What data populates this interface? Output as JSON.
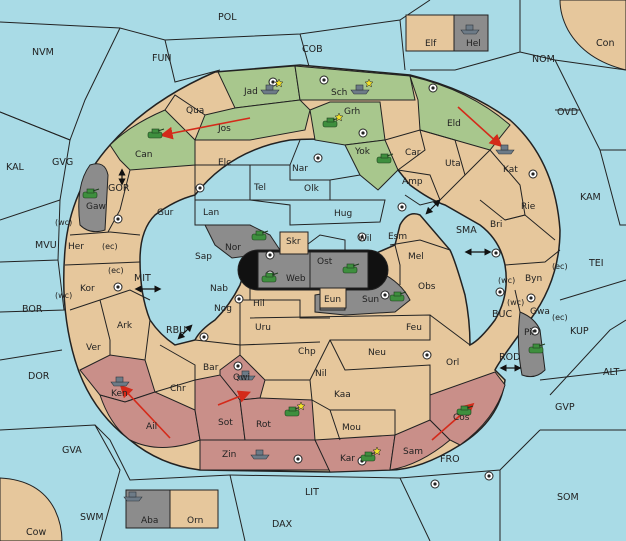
{
  "palette": {
    "sea": "#a9dbe6",
    "land": "#e6c79c",
    "green_land": "#a8c78d",
    "red_land": "#c98f89",
    "gray_land": "#8c8c8c",
    "border": "#222222",
    "arrow": "#d42a1a",
    "star": "#f0e02a",
    "unit": "#3e8f3e",
    "unit_gray": "#6d7b87"
  },
  "sea_labels": {
    "pol": "POL",
    "cob": "COB",
    "fun": "FUN",
    "nvm": "NVM",
    "nom": "NOM",
    "con": "Con",
    "ovd": "OVD",
    "kal": "KAL",
    "gvg": "GVG",
    "kam": "KAM",
    "gor": "GOR",
    "sma": "SMA",
    "tei": "TEI",
    "mvu": "MVU",
    "mit": "MIT",
    "kup": "KUP",
    "bor": "BOR",
    "rbu": "RBU",
    "buc": "BUC",
    "alt": "ALT",
    "dor": "DOR",
    "rod": "ROD",
    "gvp": "GVP",
    "gva": "GVA",
    "fro": "FRO",
    "som": "SOM",
    "lit": "LIT",
    "swm": "SWM",
    "dax": "DAX",
    "cow": "Cow"
  },
  "provinces": {
    "jad": "Jad",
    "sch": "Sch",
    "qua": "Qua",
    "jos": "Jos",
    "grh": "Grh",
    "eld": "Eld",
    "can": "Can",
    "yok": "Yok",
    "car": "Car",
    "uta": "Uta",
    "kat": "Kat",
    "elc": "Elc",
    "nar": "Nar",
    "tel": "Tel",
    "olk": "Olk",
    "amp": "Amp",
    "gaw": "Gaw",
    "gur": "Gur",
    "lan": "Lan",
    "hug": "Hug",
    "rie": "Rie",
    "wil": "Wil",
    "esm": "Esm",
    "bri": "Bri",
    "her": "Her",
    "nor": "Nor",
    "skr": "Skr",
    "ost": "Ost",
    "sap": "Sap",
    "web": "Web",
    "mel": "Mel",
    "kor": "Kor",
    "nab": "Nab",
    "eun": "Eun",
    "sun": "Sun",
    "obs": "Obs",
    "byn": "Byn",
    "ark": "Ark",
    "hil": "Hil",
    "nog": "Nog",
    "gwa": "Gwa",
    "uru": "Uru",
    "feu": "Feu",
    "pir": "Pir",
    "ver": "Ver",
    "bar": "Bar",
    "chp": "Chp",
    "neu": "Neu",
    "qwi": "Qwi",
    "nil": "Nil",
    "orl": "Orl",
    "ken": "Ken",
    "chr": "Chr",
    "kaa": "Kaa",
    "ail": "Ail",
    "sot": "Sot",
    "rot": "Rot",
    "mou": "Mou",
    "cos": "Cos",
    "zin": "Zin",
    "kar": "Kar",
    "sam": "Sam",
    "elf": "Elf",
    "hel": "Hel",
    "aba": "Aba",
    "orn": "Orn"
  },
  "coast_labels": {
    "wc": "(wc)",
    "ec": "(ec)"
  },
  "units": {
    "can": "army",
    "jad": "fleet",
    "sch": "fleet",
    "grh": "army",
    "yok": "army",
    "kat": "fleet",
    "gaw": "army",
    "nor": "army",
    "web": "army",
    "ost": "army",
    "sun": "army",
    "pir": "army",
    "ken": "fleet",
    "qwi": "fleet",
    "rot": "army",
    "zin": "fleet",
    "kar": "army",
    "cos": "army",
    "hel": "fleet",
    "aba": "fleet"
  }
}
